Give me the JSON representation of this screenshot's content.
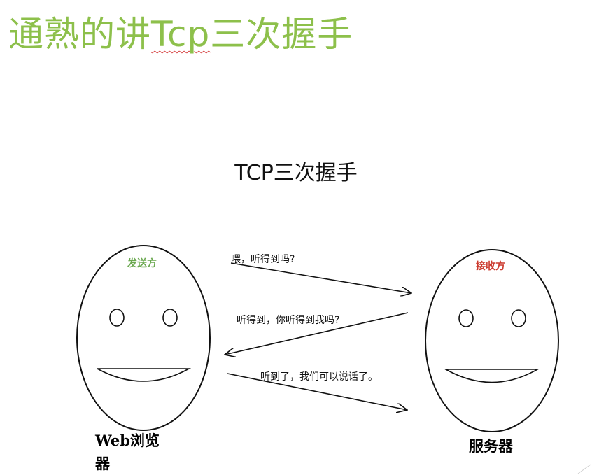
{
  "slide": {
    "title_prefix": "通熟的讲",
    "title_tcp": "Tcp",
    "title_suffix": "三次握手"
  },
  "diagram": {
    "title": "TCP三次握手",
    "sender": {
      "role_label": "发送方",
      "role_color": "#6aa84f",
      "caption": "Web浏览器"
    },
    "receiver": {
      "role_label": "接收方",
      "role_color": "#cc3b2f",
      "caption": "服务器"
    },
    "messages": [
      {
        "text": "喂，听得到吗?",
        "direction": "to-server"
      },
      {
        "text": "听得到，你听得到我吗?",
        "direction": "to-browser"
      },
      {
        "text": "听到了，我们可以说话了。",
        "direction": "to-server"
      }
    ]
  },
  "colors": {
    "title_green": "#8dc04b",
    "squiggle_red": "#d64545"
  }
}
